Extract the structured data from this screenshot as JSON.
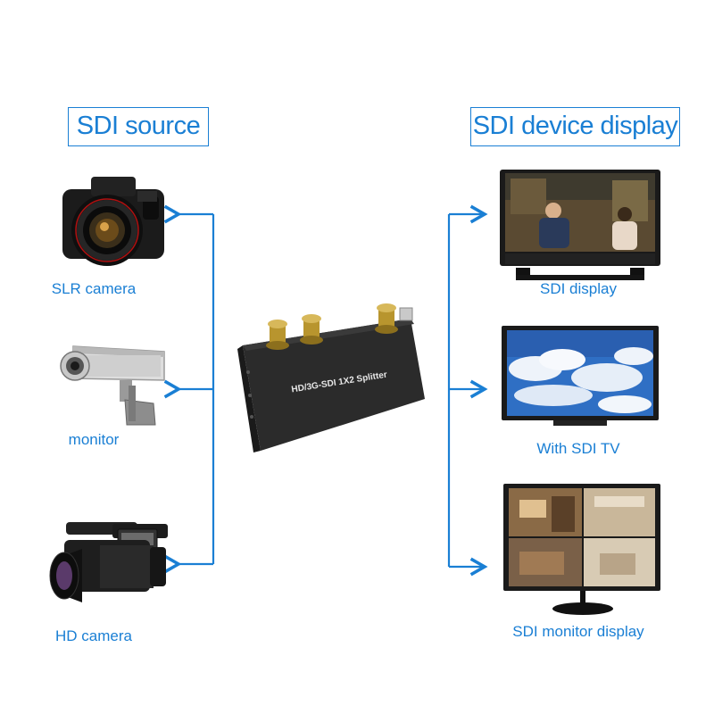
{
  "source_header": "SDI source",
  "display_header": "SDI device display",
  "sources": [
    {
      "label": "SLR camera",
      "icon": "slr-camera-icon"
    },
    {
      "label": "monitor",
      "icon": "security-camera-icon"
    },
    {
      "label": "HD camera",
      "icon": "hd-camcorder-icon"
    }
  ],
  "displays": [
    {
      "label": "SDI display",
      "icon": "broadcast-monitor-icon"
    },
    {
      "label": "With SDI TV",
      "icon": "tv-icon"
    },
    {
      "label": "SDI monitor display",
      "icon": "cctv-monitor-icon"
    }
  ],
  "splitter_label": "HD/3G-SDI 1X2 Splitter",
  "colors": {
    "accent": "#1a7fd4",
    "device_body": "#2a2a2a"
  }
}
